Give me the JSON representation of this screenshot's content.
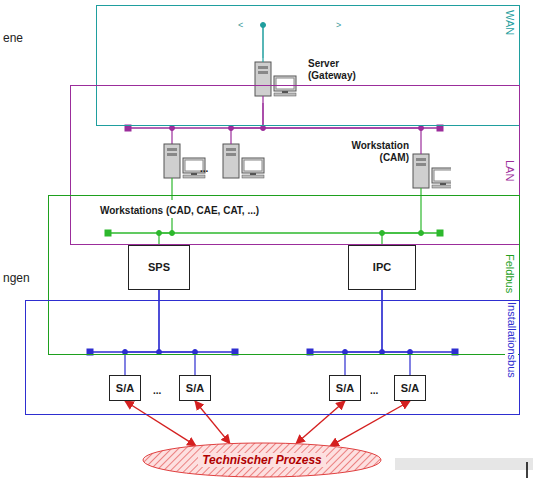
{
  "diagram": {
    "nodes": [
      {
        "text": [
          "WAN"
        ]
      },
      {
        "text": [
          "Server (Gateway)"
        ],
        "in": 0
      },
      {
        "text": [
          "LAN"
        ]
      },
      {
        "text": [
          "Workstations (CAD, CAE, CAT, ...)"
        ],
        "in": 2
      },
      {
        "text": [
          "Workstation (CAM)"
        ],
        "in": 2
      },
      {
        "text": [
          "Feldbus"
        ]
      },
      {
        "text": [
          "SPS"
        ],
        "in": 5
      },
      {
        "text": [
          "IPC"
        ],
        "in": 5
      },
      {
        "text": [
          "Installationsbus"
        ]
      },
      {
        "text": [
          "S/A"
        ],
        "in": 8
      },
      {
        "text": [
          "S/A"
        ],
        "in": 8
      },
      {
        "text": [
          "S/A"
        ],
        "in": 8
      },
      {
        "text": [
          "S/A"
        ],
        "in": 8
      },
      {
        "text": [
          "Technischer Prozess"
        ]
      }
    ],
    "edges": [
      {
        "from": 1,
        "to": 3,
        "arrow": "none"
      },
      {
        "from": 1,
        "to": 4,
        "arrow": "none"
      },
      {
        "from": 3,
        "to": 6,
        "arrow": "none"
      },
      {
        "from": 4,
        "to": 7,
        "arrow": "none"
      },
      {
        "from": 6,
        "to": 9,
        "arrow": "none"
      },
      {
        "from": 6,
        "to": 10,
        "arrow": "none"
      },
      {
        "from": 7,
        "to": 11,
        "arrow": "none"
      },
      {
        "from": 7,
        "to": 12,
        "arrow": "none"
      },
      {
        "from": 9,
        "to": 13,
        "arrow": "both"
      },
      {
        "from": 10,
        "to": 13,
        "arrow": "both"
      },
      {
        "from": 11,
        "to": 13,
        "arrow": "both"
      },
      {
        "from": 12,
        "to": 13,
        "arrow": "both"
      }
    ],
    "labels": [
      "ene",
      "<",
      ">",
      "...",
      "ngen",
      "...",
      "..."
    ]
  }
}
